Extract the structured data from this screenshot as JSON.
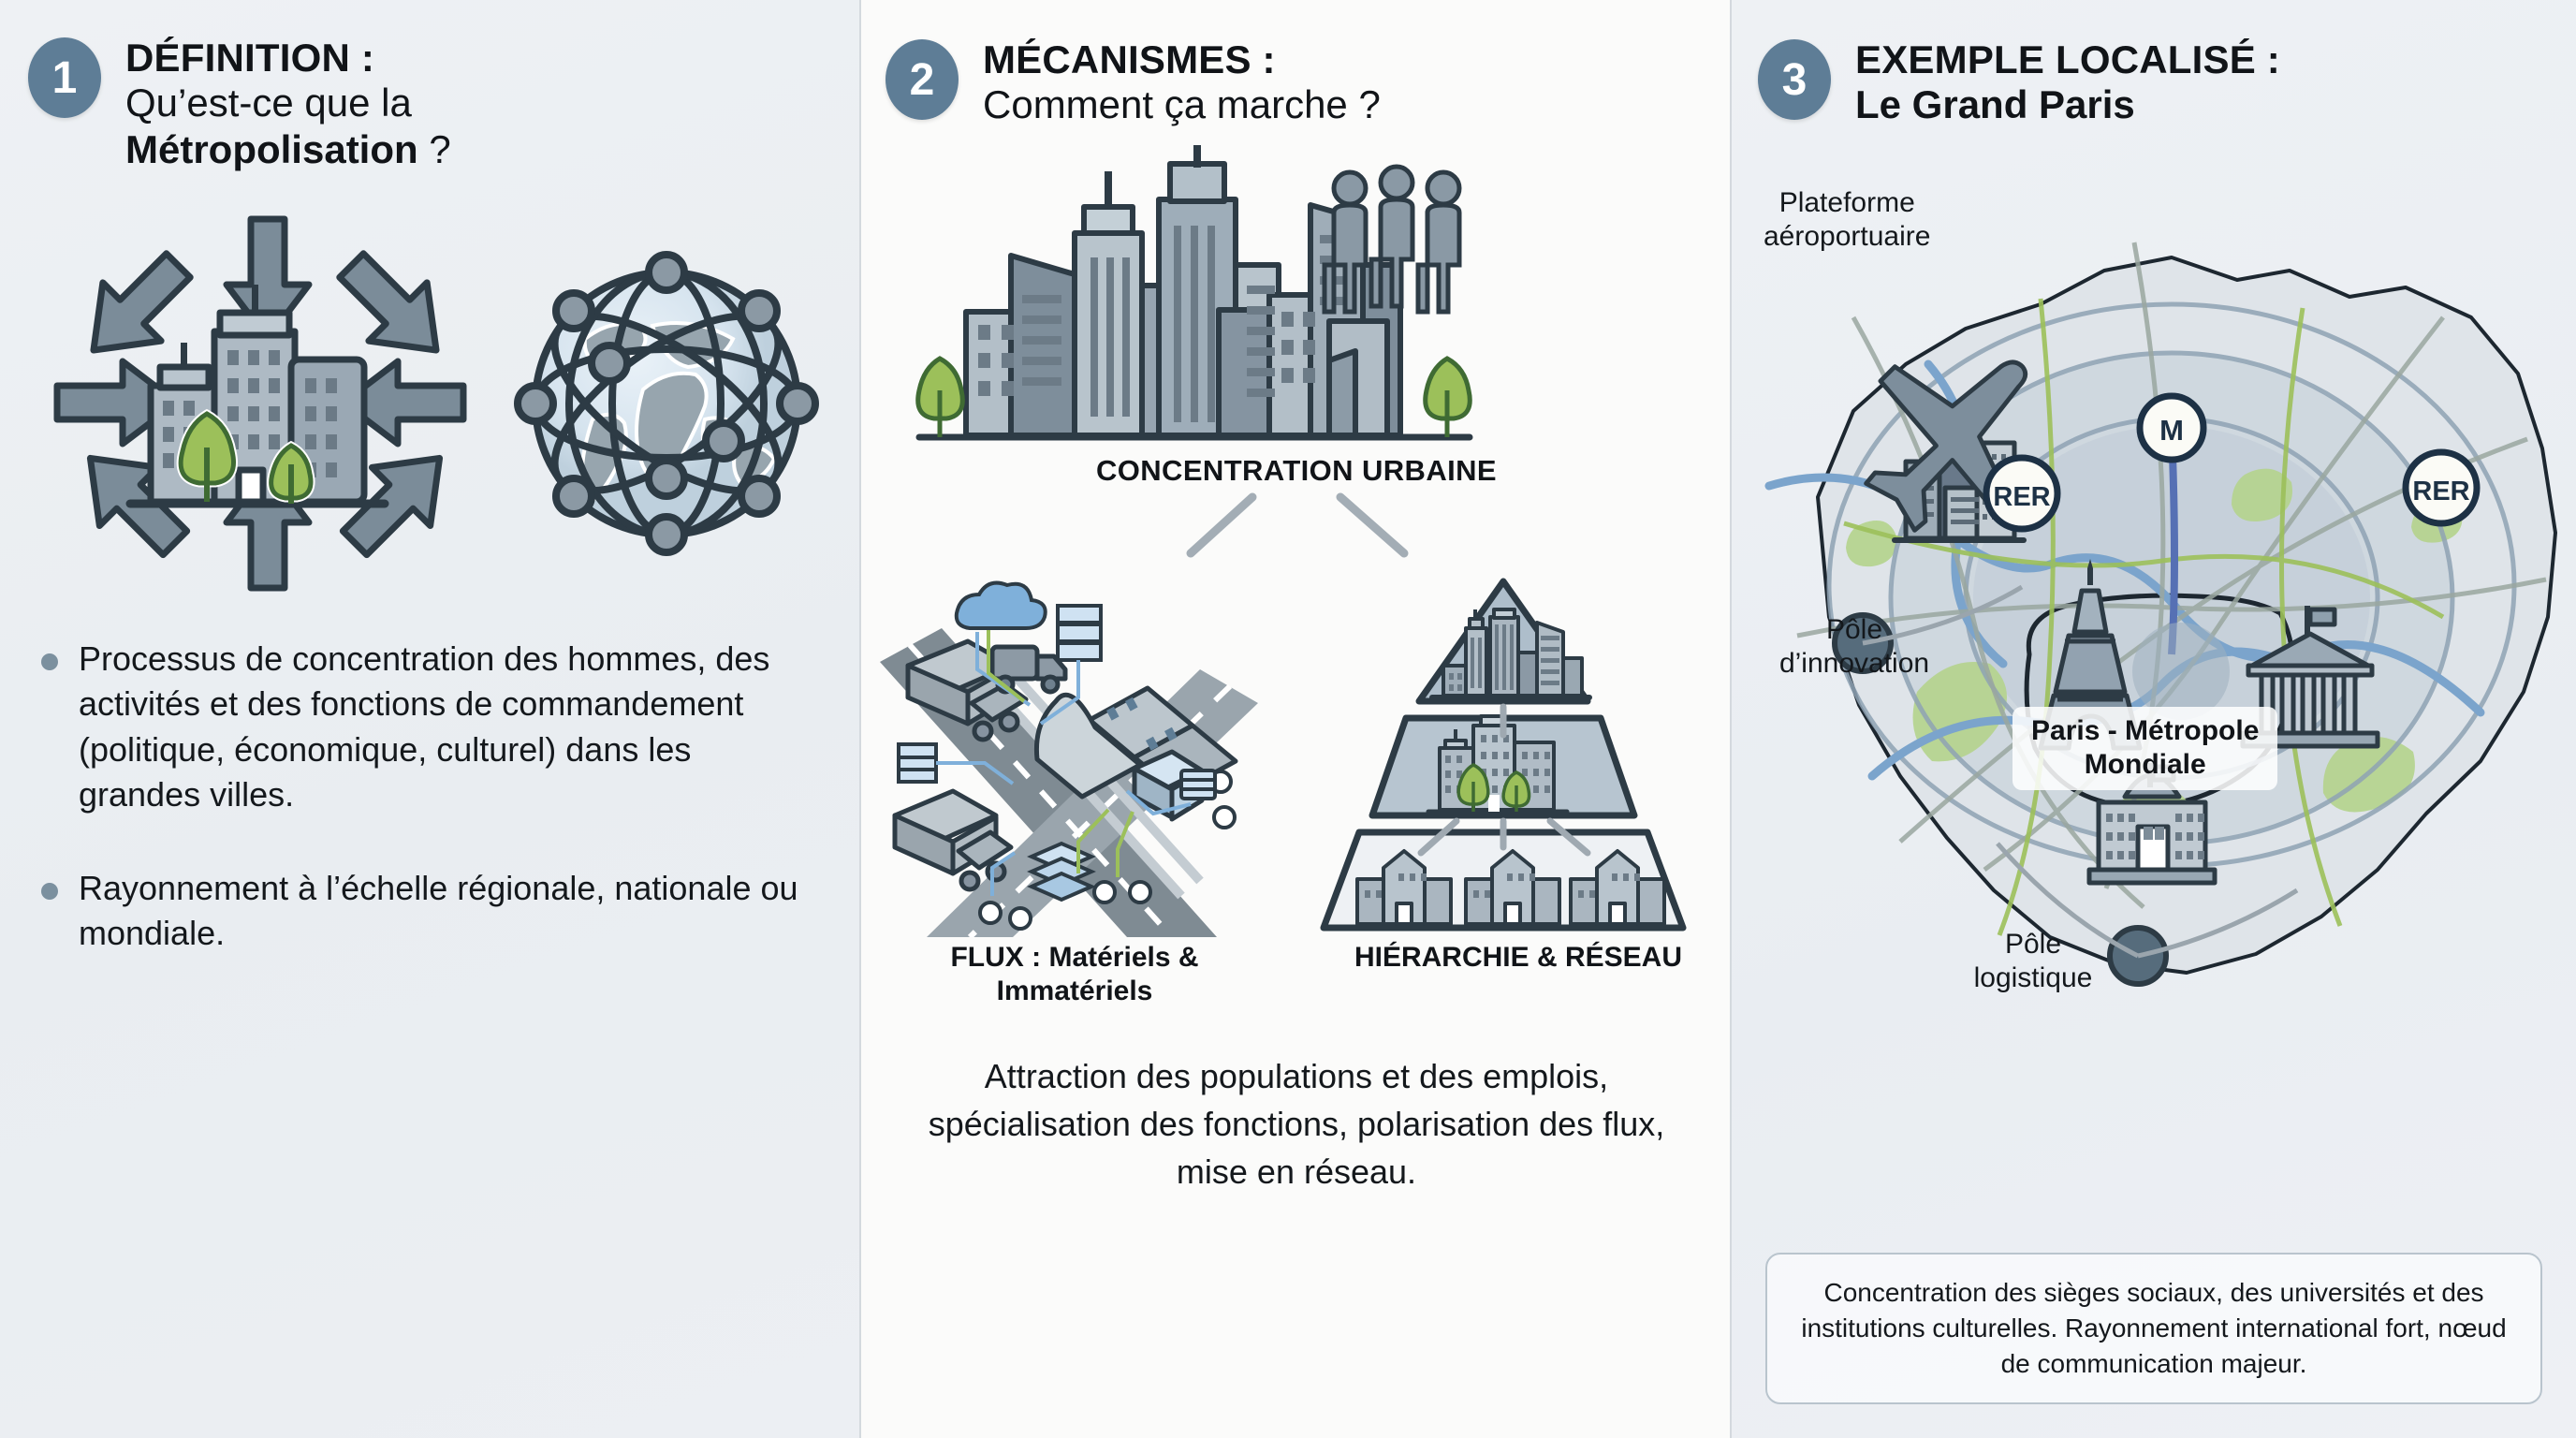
{
  "panels": [
    {
      "number": "1",
      "title_line1": "DÉFINITION :",
      "title_line2_plain": "Qu’est-ce que la",
      "title_line3_bold": "Métropolisation",
      "title_line3_tail": " ?",
      "bullets": [
        "Processus de concentration des hommes, des activités et des fonctions de commandement (politique, économique, culturel) dans les grandes villes.",
        "Rayonnement à l’échelle régionale, nationale ou mondiale."
      ]
    },
    {
      "number": "2",
      "title_line1": "MÉCANISMES :",
      "title_line2_plain": "Comment ça marche ?",
      "caption_city": "CONCENTRATION URBAINE",
      "caption_flux": "FLUX : Matériels\n& Immatériels",
      "caption_hierarchie": "HIÉRARCHIE\n& RÉSEAU",
      "summary": "Attraction des populations et des emplois, spécialisation des fonctions, polarisation des flux, mise en réseau."
    },
    {
      "number": "3",
      "title_line1": "EXEMPLE LOCALISÉ :",
      "title_line2_bold": "Le Grand Paris",
      "map_labels": {
        "airport": "Plateforme\naéroportuaire",
        "innovation": "Pôle\nd’innovation",
        "logistics": "Pôle\nlogistique",
        "center_badge": "Paris - Métropole\nMondiale",
        "rer_left": "RER",
        "rer_right": "RER",
        "metro": "M"
      },
      "note": "Concentration des sièges sociaux, des universités et des institutions culturelles. Rayonnement international fort, nœud de communication majeur."
    }
  ],
  "colors": {
    "number_circle": "#5e7d96",
    "bullet_dot": "#7b909f",
    "ink": "#2d3b45",
    "building_light": "#aebac4",
    "building_mid": "#8d9ba7",
    "building_dark": "#6f808e",
    "tree_green": "#9cc05a",
    "water_blue": "#7ba4cc",
    "road_gray": "#9aa5ad",
    "panel_bg_side": "#eceff3",
    "panel_bg_mid": "#fbfbfa",
    "divider": "#d4d9de"
  }
}
